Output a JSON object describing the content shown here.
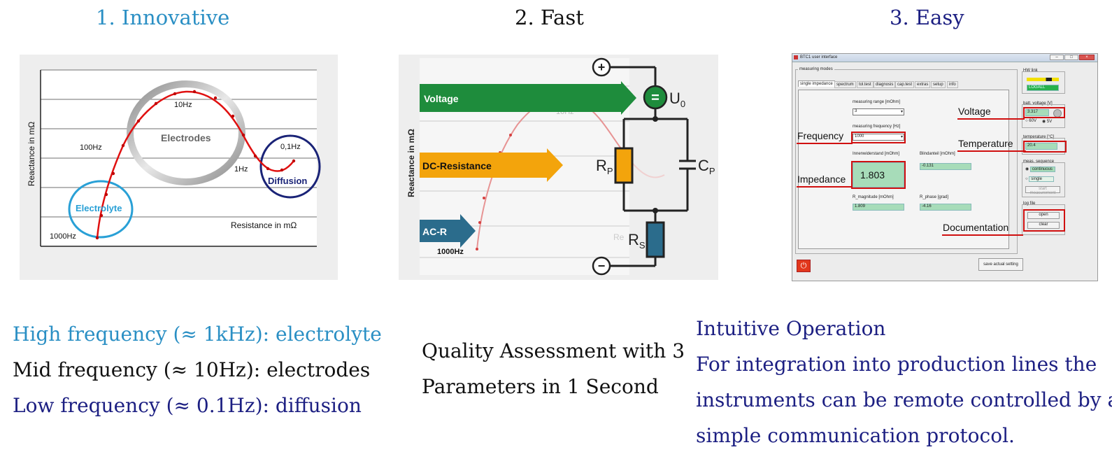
{
  "headings": {
    "innovative": "1. Innovative",
    "fast": "2. Fast",
    "easy": "3. Easy"
  },
  "colors": {
    "cyan_text": "#2a8fc4",
    "navy_text": "#1c1f82",
    "black_text": "#111111",
    "curve_red": "#e01010",
    "voltage_green": "#1e8c3c",
    "dc_orange": "#f3a40c",
    "acr_blue": "#2b6c8c"
  },
  "nyquist": {
    "ylabel": "Reactance in mΩ",
    "xlabel": "Resistance in mΩ",
    "freq_10hz": "10Hz",
    "freq_100hz": "100Hz",
    "freq_1hz": "1Hz",
    "freq_01hz": "0,1Hz",
    "freq_1000hz": "1000Hz",
    "region_electrodes": "Electrodes",
    "region_electrolyte": "Electrolyte",
    "region_diffusion": "Diffusion"
  },
  "circuit": {
    "ylabel": "Reactance in mΩ",
    "arrow_voltage": "Voltage",
    "arrow_dc": "DC-Resistance",
    "arrow_acr": "AC-R",
    "faded_10hz": "10Hz",
    "freq_1000hz": "1000Hz",
    "faded_re": "Re",
    "plus_sign": "+",
    "minus_sign": "−",
    "source_symbol": "=",
    "u0": "U",
    "u0_sub": "0",
    "rp": "R",
    "rp_sub": "P",
    "cp": "C",
    "cp_sub": "P",
    "rs": "R",
    "rs_sub": "S"
  },
  "ui": {
    "window_title": "BTC1 user interface",
    "group_modes": "measuring modes",
    "tabs": [
      "single impedance",
      "spectrum",
      "tol.test",
      "diagnosis",
      "cap.test",
      "extras",
      "setup",
      "info"
    ],
    "range_label": "measuring range [mOhm]",
    "range_value": "3",
    "freq_label": "measuring frequency [Hz]",
    "freq_value": "1000",
    "inner_label": "Innenwiderstand [mOhm]",
    "inner_value": "1.803",
    "blind_label": "Blindanteil [mOhm]",
    "blind_value": "-0.131",
    "rmag_label": "R_magnitude [mOhm]",
    "rmag_value": "1.809",
    "rphase_label": "R_phase [grad]",
    "rphase_value": "-4.16",
    "hw_label": "HW link",
    "hw_status": "LOGALL",
    "batt_label": "batt. voltage [V]",
    "batt_value": "3.317",
    "opt_60v": "60V",
    "opt_5v": "5V",
    "temp_label": "temperature [°C]",
    "temp_value": "20.4",
    "seq_label": "meas. sequence",
    "seq_continuous": "continuous",
    "seq_single": "single",
    "start_btn": "start measurement",
    "log_label": "log file",
    "open_btn": "open",
    "clear_btn": "clear",
    "save_btn": "save actual setting",
    "ann_voltage": "Voltage",
    "ann_frequency": "Frequency",
    "ann_temperature": "Temperature",
    "ann_impedance": "Impedance",
    "ann_documentation": "Documentation"
  },
  "text_left": {
    "line1": "High frequency (≈ 1kHz): electrolyte",
    "line2": "Mid frequency (≈ 10Hz): electrodes",
    "line3": "Low frequency (≈ 0.1Hz): diffusion"
  },
  "text_middle": {
    "line1": "Quality Assessment with 3",
    "line2": "Parameters in 1 Second"
  },
  "text_right": {
    "title": "Intuitive Operation",
    "line1": "For integration into production lines the",
    "line2": "instruments can be remote controlled by a",
    "line3": "simple communication protocol."
  }
}
